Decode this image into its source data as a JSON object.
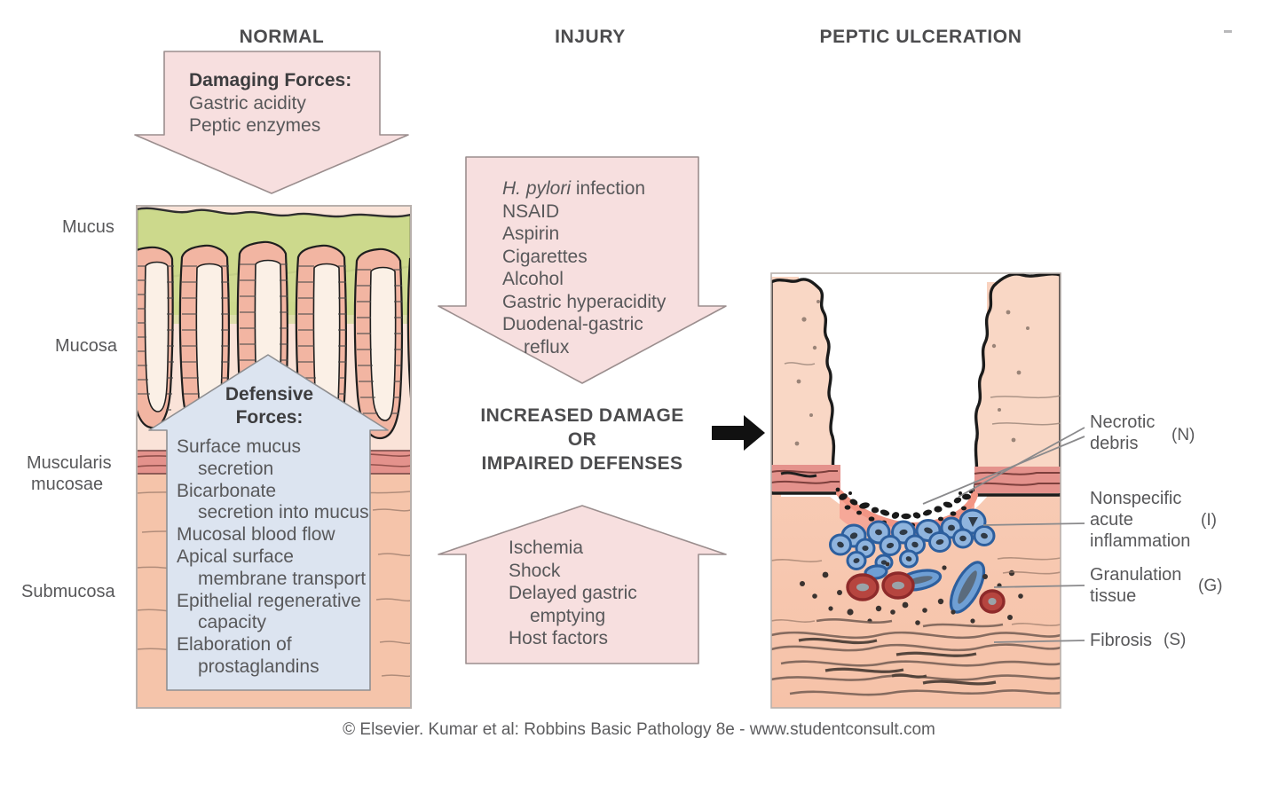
{
  "headings": {
    "normal": "NORMAL",
    "injury": "INJURY",
    "peptic": "PEPTIC ULCERATION"
  },
  "damaging_forces": {
    "title": "Damaging Forces:",
    "items": [
      "Gastric acidity",
      "Peptic enzymes"
    ]
  },
  "injury_causes": {
    "items": [
      "H. pylori infection",
      "NSAID",
      "Aspirin",
      "Cigarettes",
      "Alcohol",
      "Gastric hyperacidity",
      "Duodenal-gastric",
      "reflux"
    ],
    "italic_first_part": "H. pylori",
    "italic_rest": " infection"
  },
  "center_statement": {
    "line1": "INCREASED DAMAGE",
    "line2": "OR",
    "line3": "IMPAIRED DEFENSES"
  },
  "ischemia_causes": {
    "items": [
      "Ischemia",
      "Shock",
      "Delayed gastric",
      "emptying",
      "Host factors"
    ]
  },
  "defensive_forces": {
    "title_line1": "Defensive",
    "title_line2": "Forces:",
    "items": [
      "Surface mucus",
      "secretion",
      "Bicarbonate",
      "secretion into mucus",
      "Mucosal blood flow",
      "Apical surface",
      "membrane transport",
      "Epithelial regenerative",
      "capacity",
      "Elaboration of",
      "prostaglandins"
    ]
  },
  "layer_labels": [
    {
      "text": "Mucus"
    },
    {
      "text": "Mucosa"
    },
    {
      "text": "Muscularis"
    },
    {
      "text": "mucosae"
    },
    {
      "text": "Submucosa"
    }
  ],
  "ulcer_labels": [
    {
      "line1": "Necrotic",
      "line2": "debris",
      "line3": "",
      "code": "(N)"
    },
    {
      "line1": "Nonspecific",
      "line2": "acute",
      "line3": "inflammation",
      "code": "(I)"
    },
    {
      "line1": "Granulation",
      "line2": "tissue",
      "line3": "",
      "code": "(G)"
    },
    {
      "line1": "Fibrosis",
      "line2": "",
      "line3": "",
      "code": "(S)"
    }
  ],
  "footer": {
    "text": "© Elsevier. Kumar et al: Robbins Basic Pathology 8e - www.studentconsult.com"
  },
  "colors": {
    "arrow_pink": "#f7dfdf",
    "arrow_border": "#9b8e8e",
    "defensive_blue": "#dce4f0",
    "mucus_green": "#ccd98c",
    "gland_pink": "#f2b5a2",
    "submucosa_peach": "#f5c4aa",
    "muscularis_red": "#e4928c",
    "lamina_cream": "#fae3d8",
    "ulcer_tissue": "#f8cdb8",
    "inflam_blue": "#7da7d9",
    "vessel_red": "#b23b3b",
    "text_gray": "#58585a",
    "black_arrow": "#111111"
  },
  "icons": {
    "transition_arrow": "right-arrow-icon"
  },
  "chart_data": {
    "type": "diagram",
    "title": "Pathogenesis of peptic ulceration",
    "columns": [
      "NORMAL",
      "INJURY",
      "PEPTIC ULCERATION"
    ],
    "flow": [
      "Damaging Forces (gastric acidity, peptic enzymes) press down on mucosa",
      "Defensive Forces (mucus, bicarbonate, blood flow, membrane transport, regeneration, prostaglandins) push up",
      "Injury agents increase damage; ischemia/shock impair defenses",
      "Result: peptic ulceration with necrotic debris, inflammation, granulation tissue, fibrosis"
    ]
  }
}
